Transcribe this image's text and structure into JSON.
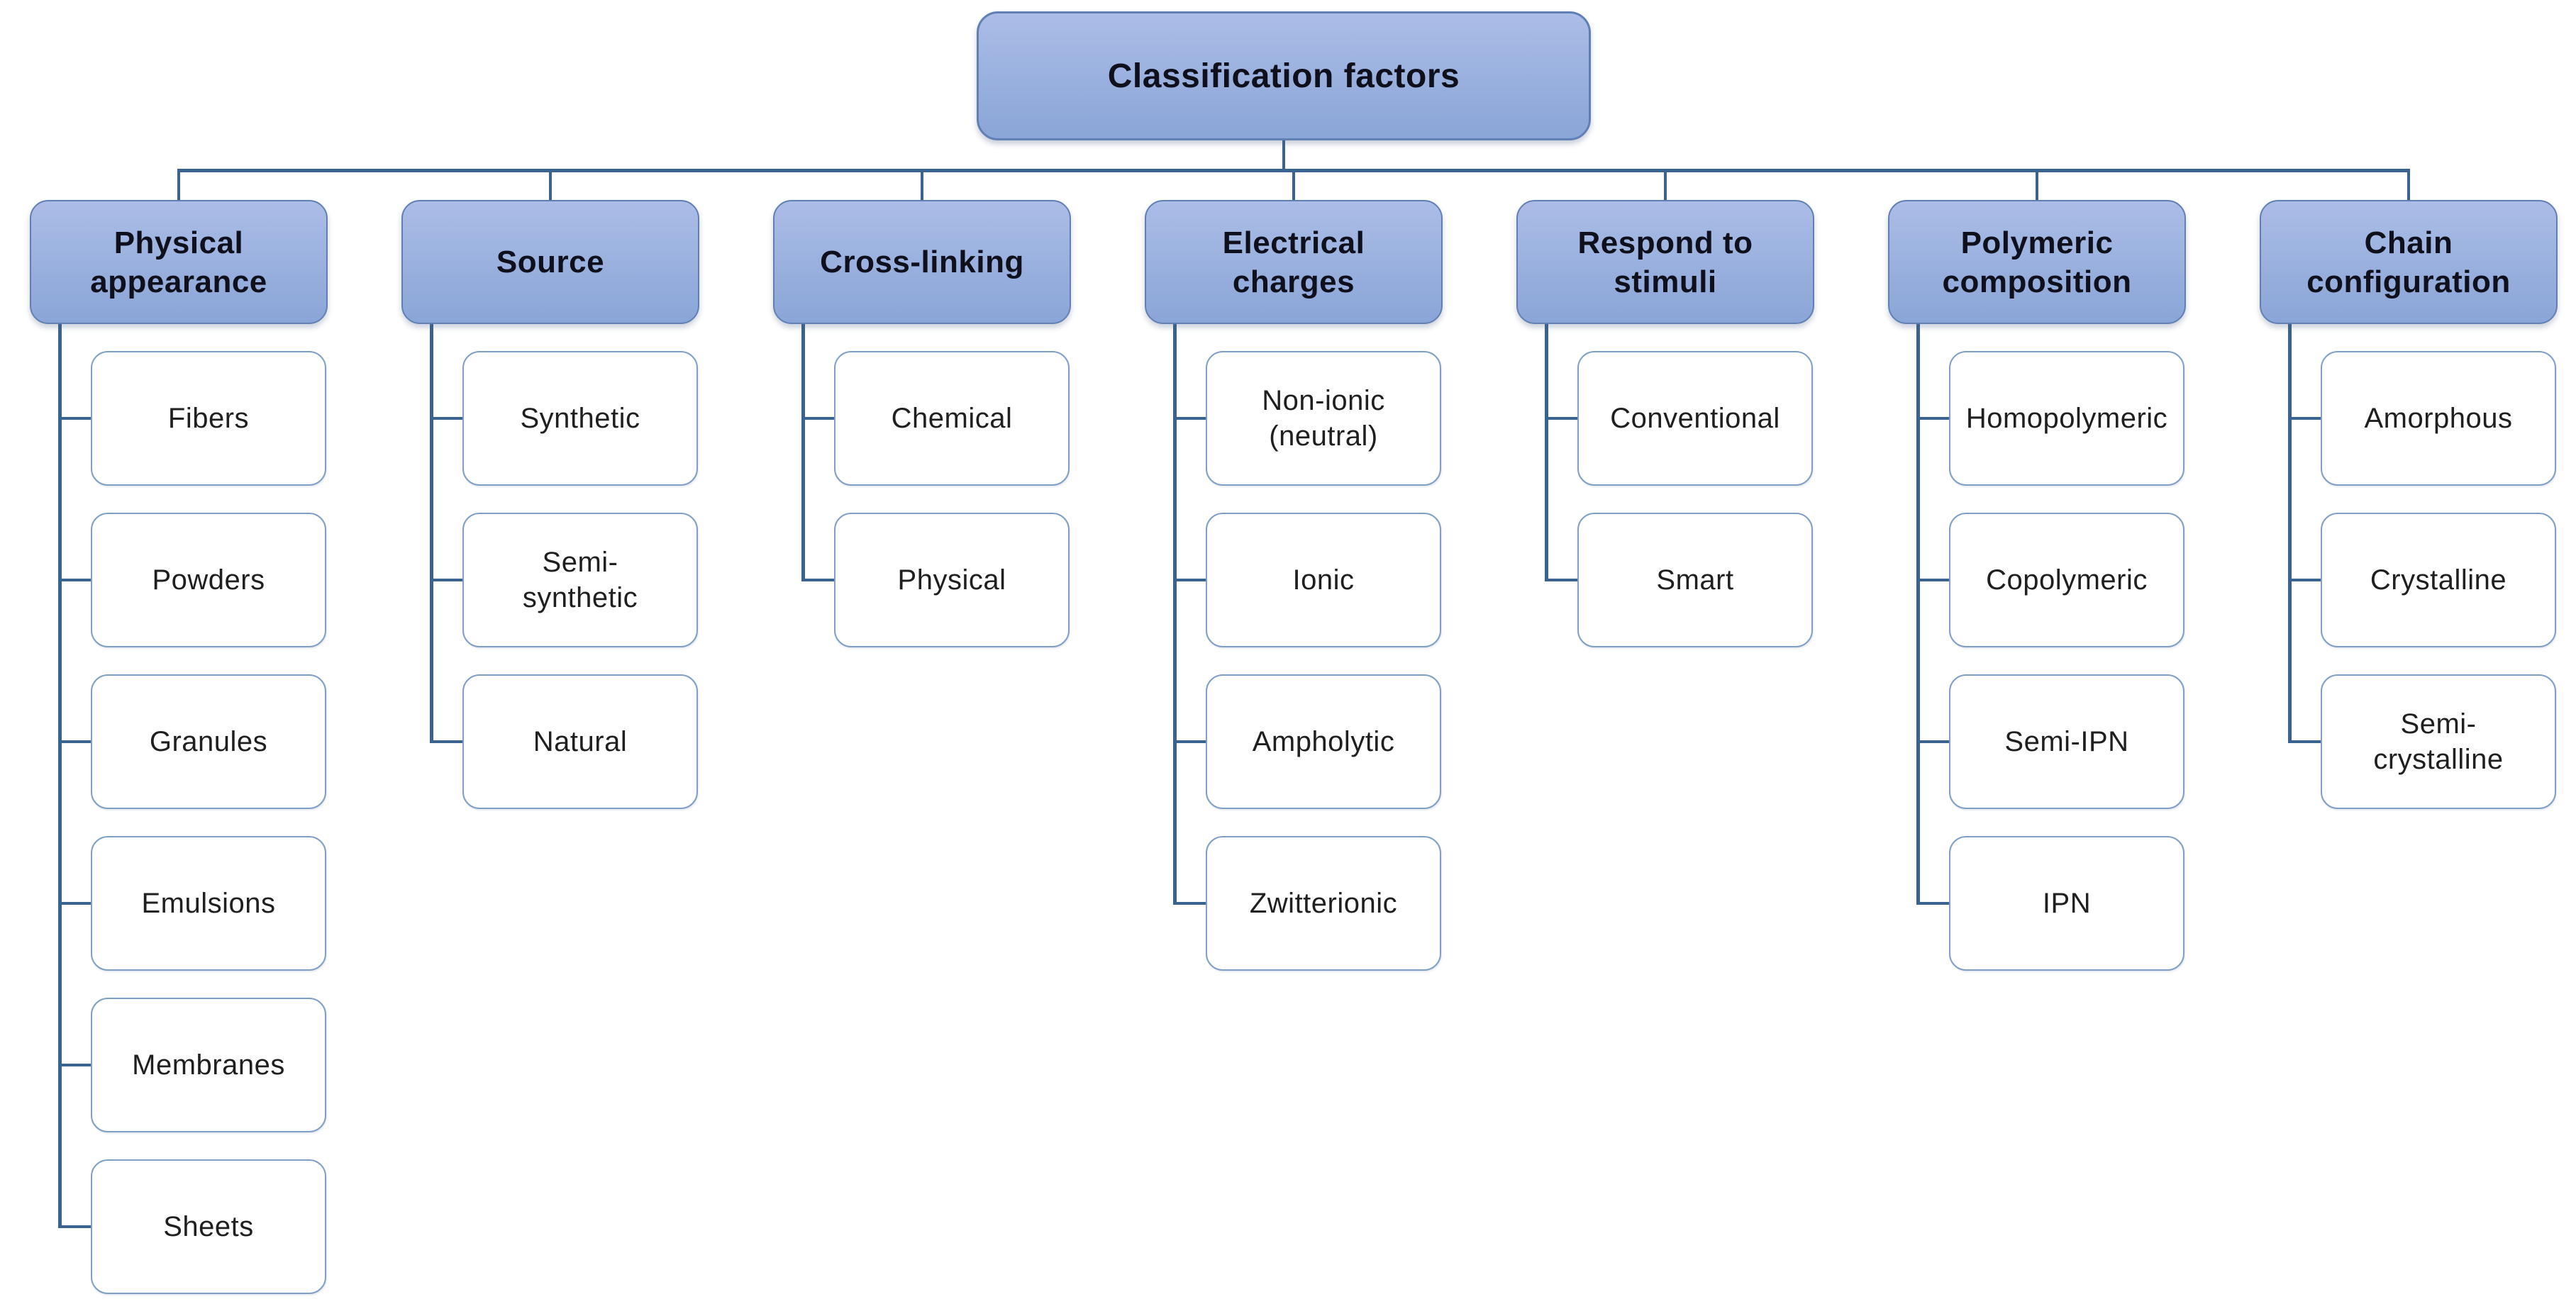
{
  "diagram": {
    "root_label": "Classification factors",
    "branches": [
      {
        "label": "Physical\nappearance",
        "children": [
          "Fibers",
          "Powders",
          "Granules",
          "Emulsions",
          "Membranes",
          "Sheets"
        ]
      },
      {
        "label": "Source",
        "children": [
          "Synthetic",
          "Semi-\nsynthetic",
          "Natural"
        ]
      },
      {
        "label": "Cross-linking",
        "children": [
          "Chemical",
          "Physical"
        ]
      },
      {
        "label": "Electrical\ncharges",
        "children": [
          "Non-ionic\n(neutral)",
          "Ionic",
          "Ampholytic",
          "Zwitterionic"
        ]
      },
      {
        "label": "Respond to\nstimuli",
        "children": [
          "Conventional",
          "Smart"
        ]
      },
      {
        "label": "Polymeric\ncomposition",
        "children": [
          "Homopolymeric",
          "Copolymeric",
          "Semi-IPN",
          "IPN"
        ]
      },
      {
        "label": "Chain\nconfiguration",
        "children": [
          "Amorphous",
          "Crystalline",
          "Semi-\ncrystalline"
        ]
      }
    ],
    "colors": {
      "header_fill_top": "#abbde7",
      "header_fill_bottom": "#8aa5d7",
      "header_border": "#6080b5",
      "child_border": "#7f9fc7",
      "connector": "#3a648f",
      "text": "#1f1f1f",
      "header_text": "#10101c",
      "background": "#ffffff"
    }
  }
}
